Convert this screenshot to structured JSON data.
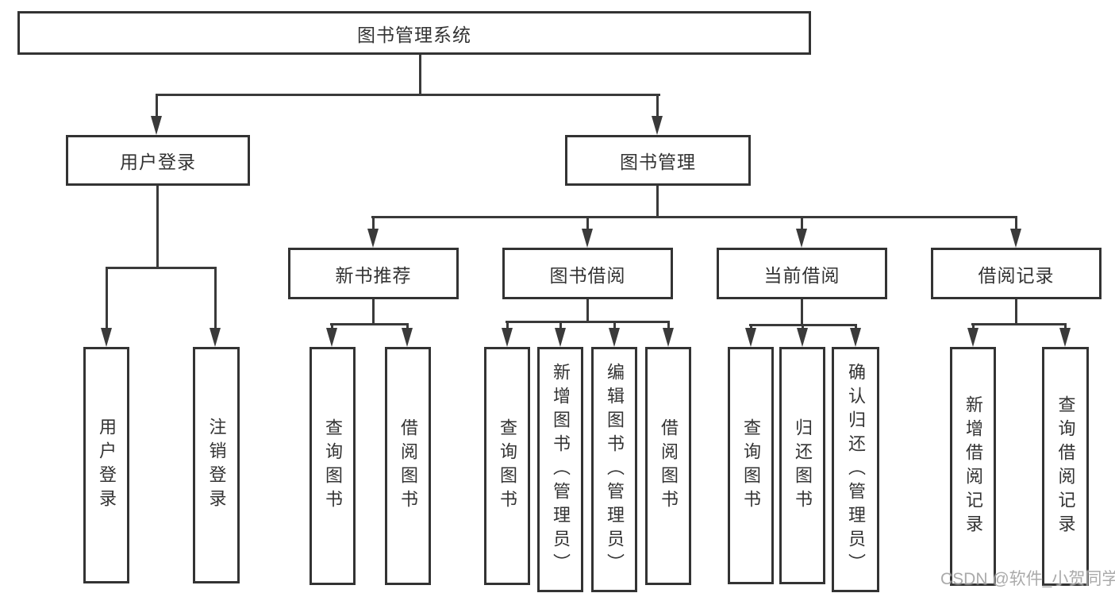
{
  "tree": {
    "label": "图书管理系统",
    "children": [
      {
        "label": "用户登录",
        "children": [
          {
            "label": "用户登录"
          },
          {
            "label": "注销登录"
          }
        ]
      },
      {
        "label": "图书管理",
        "children": [
          {
            "label": "新书推荐",
            "children": [
              {
                "label": "查询图书"
              },
              {
                "label": "借阅图书"
              }
            ]
          },
          {
            "label": "图书借阅",
            "children": [
              {
                "label": "查询图书"
              },
              {
                "label": "新增图书（管理员）"
              },
              {
                "label": "编辑图书（管理员）"
              },
              {
                "label": "借阅图书"
              }
            ]
          },
          {
            "label": "当前借阅",
            "children": [
              {
                "label": "查询图书"
              },
              {
                "label": "归还图书"
              },
              {
                "label": "确认归还（管理员）"
              }
            ]
          },
          {
            "label": "借阅记录",
            "children": [
              {
                "label": "新增借阅记录"
              },
              {
                "label": "查询借阅记录"
              }
            ]
          }
        ]
      }
    ]
  },
  "watermark": {
    "text": "CSDN @软件_小贺同学"
  },
  "colors": {
    "line": "#3a3a3a",
    "border": "#333333",
    "text": "#333333",
    "background": "#ffffff",
    "watermark": "#9b9b9b"
  }
}
